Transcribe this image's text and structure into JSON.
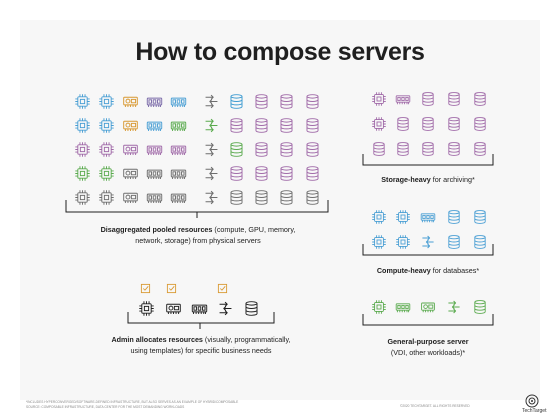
{
  "title": "How to compose servers",
  "labels": {
    "pool_bold": "Disaggregated pooled resources",
    "pool_rest1": " (compute, GPU, memory,",
    "pool_line2": "network, storage) from physical servers",
    "admin_bold": "Admin allocates resources",
    "admin_rest1": " (visually, programmatically,",
    "admin_line2": "using templates) for specific business needs",
    "storage_bold": "Storage-heavy",
    "storage_rest": " for archiving*",
    "compute_bold": "Compute-heavy",
    "compute_rest": " for databases*",
    "gp_bold": "General-purpose server",
    "gp_line2": "(VDI, other workloads)*"
  },
  "footnote_line1": "*INCLUDES HYPERCONVERGED/SOFTWARE-DEFINED INFRASTRUCTURE, BUT ALSO SERVES AS AN EXAMPLE OF HYBRID/COMPOSABLE",
  "footnote_line2": "SOURCE: COMPOSABLE INFRASTRUCTURE, DATA CENTER FOR THE MOST DEMANDING WORKLOADS",
  "copyright": "©2020 TECHTARGET. ALL RIGHTS RESERVED",
  "logo_text": "TechTarget",
  "colors": {
    "compute": "#4a9fd4",
    "gpu": "#d89830",
    "memory": "#7a6aa8",
    "network": "#5aaa4e",
    "storage_blue": "#3d9bd1",
    "storage_purple": "#a06aa8",
    "storage_gray": "#6e6e6e",
    "bracket": "#1f1f1f"
  },
  "icons": [
    "cpu-chip-icon",
    "gpu-card-icon",
    "memory-module-icon",
    "network-arrows-icon",
    "database-storage-icon",
    "checkbox-check-icon"
  ]
}
